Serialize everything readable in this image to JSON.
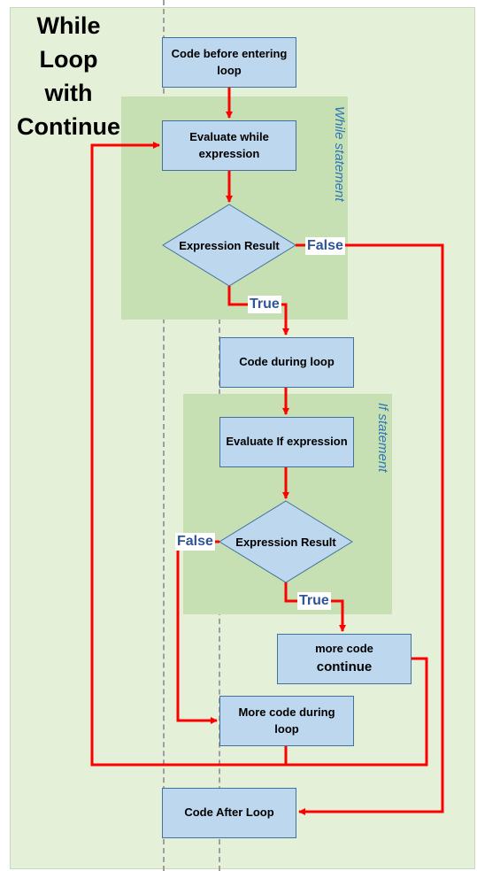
{
  "title": [
    "While",
    "Loop",
    "with",
    "Continue"
  ],
  "regions": {
    "while": "While statement",
    "if": "If statement"
  },
  "boxes": {
    "before_loop": [
      "Code before entering",
      "loop"
    ],
    "evaluate_while": [
      "Evaluate while",
      "expression"
    ],
    "during_loop": "Code during loop",
    "evaluate_if": "Evaluate If expression",
    "more_code_continue": [
      "more code",
      "continue"
    ],
    "more_code_during": [
      "More code during",
      "loop"
    ],
    "after_loop": "Code After Loop"
  },
  "decisions": {
    "while_result": "Expression Result",
    "if_result": "Expression Result"
  },
  "branches": {
    "while_false": "False",
    "while_true": "True",
    "if_false": "False",
    "if_true": "True"
  },
  "colors": {
    "background": "#e4f0d8",
    "region": "#c6e0b4",
    "box_fill": "#bdd7ee",
    "box_border": "#41719c",
    "arrow": "#ff0000",
    "branch_label": "#2f5597",
    "region_label": "#2e75b6"
  }
}
